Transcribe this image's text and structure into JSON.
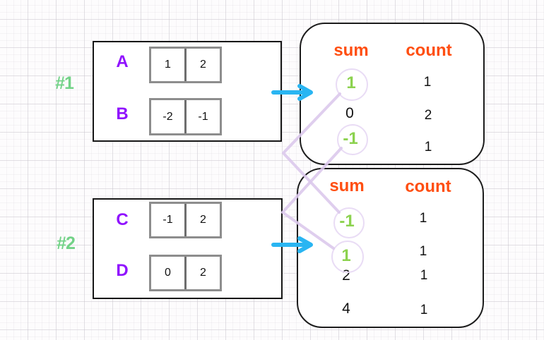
{
  "examples": [
    {
      "label": "#1",
      "arrays": [
        {
          "name": "A",
          "cells": [
            "1",
            "2"
          ]
        },
        {
          "name": "B",
          "cells": [
            "-2",
            "-1"
          ]
        }
      ],
      "result": {
        "headers": {
          "sum": "sum",
          "count": "count"
        },
        "rows": [
          {
            "sum": "1",
            "count": "1",
            "highlighted": true
          },
          {
            "sum": "0",
            "count": "2",
            "highlighted": false
          },
          {
            "sum": "-1",
            "count": "1",
            "highlighted": true
          }
        ]
      }
    },
    {
      "label": "#2",
      "arrays": [
        {
          "name": "C",
          "cells": [
            "-1",
            "2"
          ]
        },
        {
          "name": "D",
          "cells": [
            "0",
            "2"
          ]
        }
      ],
      "result": {
        "headers": {
          "sum": "sum",
          "count": "count"
        },
        "rows": [
          {
            "sum": "-1",
            "count": "1",
            "highlighted": true
          },
          {
            "sum": "1",
            "count": "1",
            "highlighted": true
          },
          {
            "sum": "2",
            "count": "1",
            "highlighted": false
          },
          {
            "sum": "4",
            "count": "1",
            "highlighted": false
          }
        ]
      }
    }
  ],
  "connections": [
    {
      "from": "example-1 sum 1",
      "to": "example-2 sum -1"
    },
    {
      "from": "example-1 sum -1",
      "to": "example-2 sum 1"
    }
  ],
  "colors": {
    "example_label_green": "#72D287",
    "array_name_purple": "#9013FE",
    "header_orange": "#FF4E11",
    "highlight_green": "#8CD24F",
    "flow_arrow_cyan": "#29B5F2",
    "connector_lavender": "#DCC9EC"
  }
}
